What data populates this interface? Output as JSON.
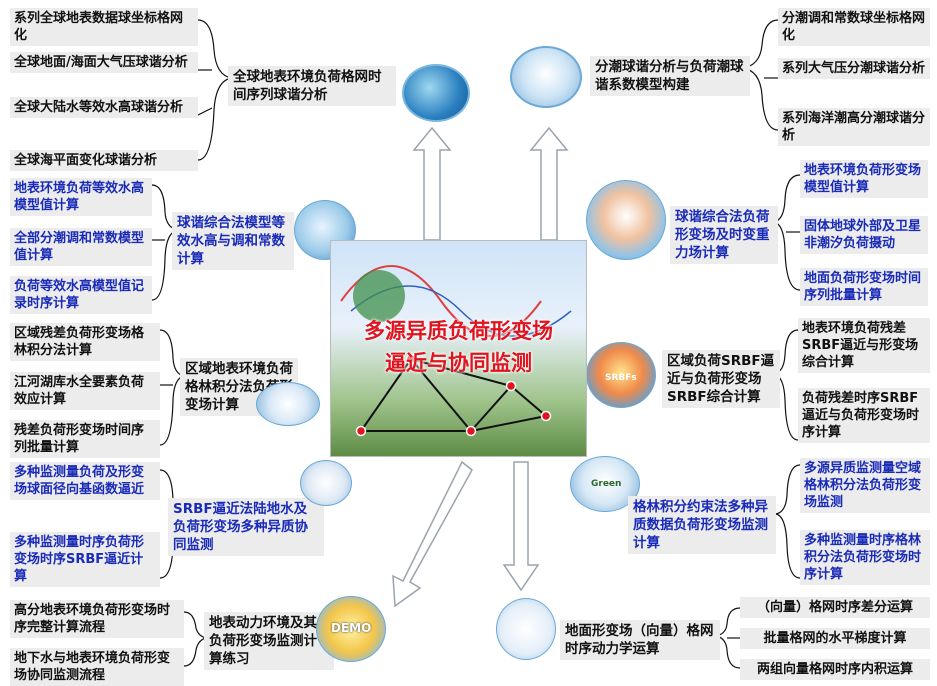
{
  "center": {
    "line1": "多源异质负荷形变场",
    "line2": "逼近与协同监测"
  },
  "nodes": {
    "top_left": "全球地表环境负荷格网时间序列球谐分析",
    "top_right": "分潮球谐分析与负荷潮球谐系数模型构建",
    "mid_left_1": "球谐综合法模型等效水高与调和常数计算",
    "mid_right_1": "球谐综合法负荷形变场及时变重力场计算",
    "mid_left_2": "区域地表环境负荷格林积分法负荷形变场计算",
    "mid_right_2": "区域负荷SRBF逼近与负荷形变场SRBF综合计算",
    "mid_left_3": "SRBF逼近法陆地水及负荷形变场多种异质协同监测",
    "mid_right_3": "格林积分约束法多种异质数据负荷形变场监测计算",
    "bottom_left": "地表动力环境及其负荷形变场监测计算练习",
    "bottom_right": "地面形变场（向量）格网时序动力学运算"
  },
  "leaves": {
    "tl": [
      "系列全球地表数据球坐标格网化",
      "全球地面/海面大气压球谐分析",
      "全球大陆水等效水高球谐分析",
      "全球海平面变化球谐分析"
    ],
    "tr": [
      "分潮调和常数球坐标格网化",
      "系列大气压分潮球谐分析",
      "系列海洋潮高分潮球谐分析"
    ],
    "ml1": [
      "地表环境负荷等效水高模型值计算",
      "全部分潮调和常数模型值计算",
      "负荷等效水高模型值记录时序计算"
    ],
    "mr1": [
      "地表环境负荷形变场模型值计算",
      "固体地球外部及卫星非潮汐负荷摄动",
      "地面负荷形变场时间序列批量计算"
    ],
    "ml2": [
      "区域残差负荷形变场格林积分法计算",
      "江河湖库水全要素负荷效应计算",
      "残差负荷形变场时间序列批量计算"
    ],
    "mr2": [
      "地表环境负荷残差SRBF逼近与形变场综合计算",
      "负荷残差时序SRBF逼近与负荷形变场时序计算"
    ],
    "ml3": [
      "多种监测量负荷及形变场球面径向基函数逼近",
      "多种监测量时序负荷形变场时序SRBF逼近计算"
    ],
    "mr3": [
      "多源异质监测量空域格林积分法负荷形变场监测",
      "多种监测量时序格林积分法负荷形变场时序计算"
    ],
    "bl": [
      "高分地表环境负荷形变场时序完整计算流程",
      "地下水与地表环境负荷形变场协同监测流程"
    ],
    "br": [
      "（向量）格网时序差分运算",
      "批量格网的水平梯度计算",
      "两组向量格网时序内积运算"
    ]
  },
  "labels": {
    "srbfs": "SRBFs",
    "green": "Green",
    "demo": "DEMO"
  },
  "colors": {
    "blue_text": "#1a2bb8",
    "title_red": "#e0141e",
    "box_gray": "#ececec"
  }
}
